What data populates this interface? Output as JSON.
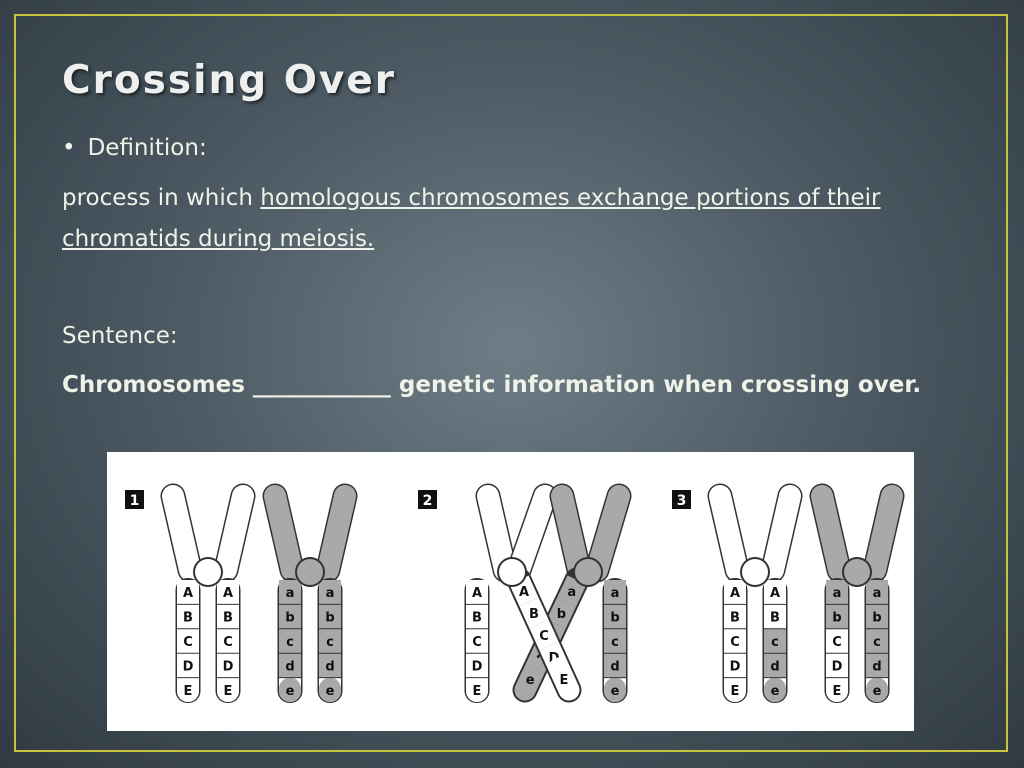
{
  "slide": {
    "title": "Crossing Over",
    "bullet": "Definition:",
    "definition_plain": "process in which ",
    "definition_underlined": "homologous chromosomes exchange portions of their chromatids during meiosis.",
    "sentence_label": "Sentence:",
    "sentence": "Chromosomes ____________ genetic information when crossing over."
  },
  "diagram": {
    "step_labels": [
      "1",
      "2",
      "3"
    ],
    "stage1": {
      "left_pair": [
        [
          "A",
          "B",
          "C",
          "D",
          "E"
        ],
        [
          "A",
          "B",
          "C",
          "D",
          "E"
        ]
      ],
      "right_pair": [
        [
          "a",
          "b",
          "c",
          "d",
          "e"
        ],
        [
          "a",
          "b",
          "c",
          "d",
          "e"
        ]
      ]
    },
    "stage2": {
      "white_outer": [
        "A",
        "B",
        "C",
        "D",
        "E"
      ],
      "white_crossing": [
        "A",
        "B",
        "C",
        "D",
        "E"
      ],
      "gray_crossing": [
        "a",
        "b",
        "c",
        "d",
        "e"
      ],
      "gray_outer": [
        "a",
        "b",
        "c",
        "d",
        "e"
      ]
    },
    "stage3": {
      "left_pair": [
        [
          "A",
          "B",
          "C",
          "D",
          "E"
        ],
        [
          "A",
          "B",
          "c",
          "d",
          "e"
        ]
      ],
      "right_pair": [
        [
          "a",
          "b",
          "C",
          "D",
          "E"
        ],
        [
          "a",
          "b",
          "c",
          "d",
          "e"
        ]
      ]
    },
    "colors": {
      "white": "#ffffff",
      "gray": "#a9a9a9",
      "outline": "#333333"
    }
  }
}
